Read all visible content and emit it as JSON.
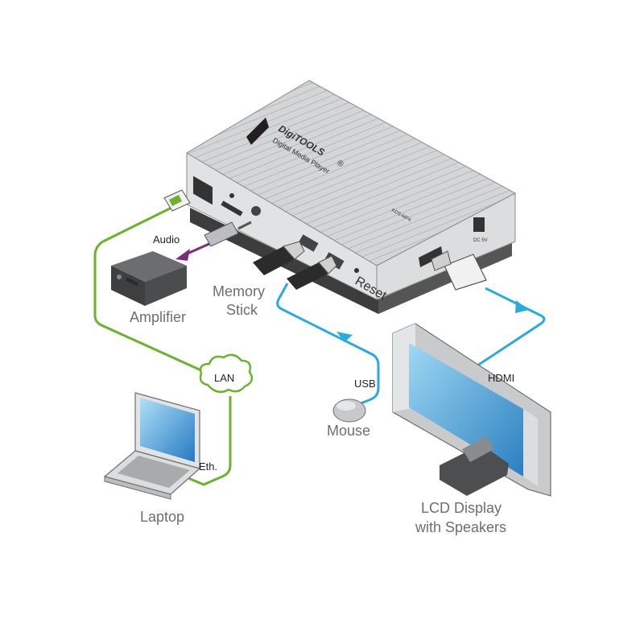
{
  "device": {
    "brand": "DigiTOOLS",
    "brand_mark": "®",
    "subtitle": "Digital Media Player",
    "model": "KDS-MP4",
    "reset_label": "Reset",
    "dc_label": "DC 5V"
  },
  "labels": {
    "audio": "Audio",
    "amplifier": "Amplifier",
    "memory_stick_line1": "Memory",
    "memory_stick_line2": "Stick",
    "lan": "LAN",
    "usb": "USB",
    "mouse": "Mouse",
    "hdmi": "HDMI",
    "eth": "Eth.",
    "laptop": "Laptop",
    "lcd_line1": "LCD Display",
    "lcd_line2": "with Speakers"
  },
  "colors": {
    "ethernet_cable": "#6ab42d",
    "usb_cable": "#29aae1",
    "hdmi_cable": "#29aae1",
    "audio_cable": "#7b2a7e",
    "device_body": "#d9dadb",
    "device_shadow": "#3d3d3d"
  }
}
